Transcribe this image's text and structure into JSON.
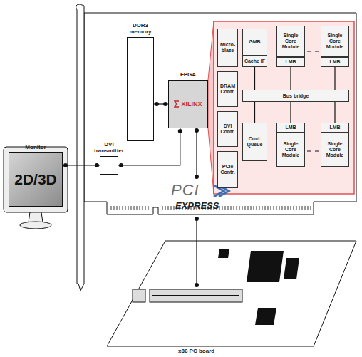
{
  "diagram": {
    "nodes": [
      {
        "text": [
          "Monitor",
          "2D/3D"
        ]
      },
      {
        "text": [
          "DDR3 memory"
        ]
      },
      {
        "text": [
          "DVI transmitter"
        ]
      },
      {
        "text": [
          "FPGA",
          "XILINX"
        ]
      },
      {
        "text": [
          "Micro-blaze"
        ]
      },
      {
        "text": [
          "DRAM Contr."
        ]
      },
      {
        "text": [
          "DVI Contr."
        ]
      },
      {
        "text": [
          "PCIe Contr."
        ]
      },
      {
        "text": [
          "GMB"
        ]
      },
      {
        "text": [
          "Cache IF"
        ]
      },
      {
        "text": [
          "Single Core Module"
        ]
      },
      {
        "text": [
          "LMB"
        ]
      },
      {
        "text": [
          "Single Core Module"
        ]
      },
      {
        "text": [
          "LMB"
        ]
      },
      {
        "text": [
          "Bus bridge"
        ]
      },
      {
        "text": [
          "Cmd. Queue"
        ]
      },
      {
        "text": [
          "LMB"
        ]
      },
      {
        "text": [
          "Single Core Module"
        ]
      },
      {
        "text": [
          "LMB"
        ]
      },
      {
        "text": [
          "Single Core Module"
        ]
      }
    ],
    "edges": [
      {
        "from": 2,
        "to": 0,
        "arrow": "none"
      },
      {
        "from": 3,
        "to": 1,
        "arrow": "none"
      },
      {
        "from": 3,
        "to": 2,
        "arrow": "none"
      },
      {
        "from": 9,
        "to": 14,
        "arrow": "none"
      },
      {
        "from": 11,
        "to": 14,
        "arrow": "none"
      },
      {
        "from": 13,
        "to": 14,
        "arrow": "none"
      },
      {
        "from": 15,
        "to": 14,
        "arrow": "none"
      },
      {
        "from": 16,
        "to": 14,
        "arrow": "none"
      },
      {
        "from": 18,
        "to": 14,
        "arrow": "none"
      }
    ],
    "labels": [
      "PCI",
      "EXPRESS",
      "x86 PC board"
    ]
  }
}
